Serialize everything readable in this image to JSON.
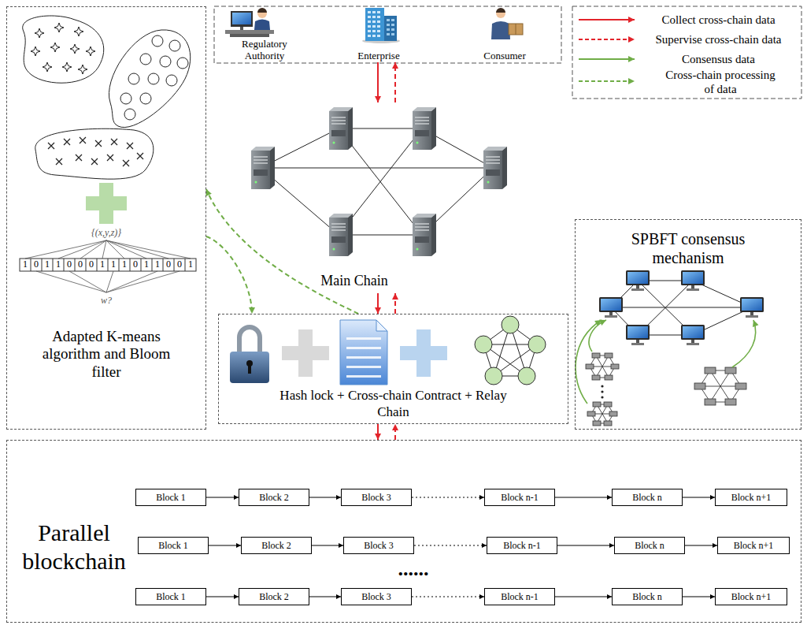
{
  "diagram": {
    "nodes": [
      {
        "text": [
          "Regulatory Authority"
        ]
      },
      {
        "text": [
          "Enterprise"
        ]
      },
      {
        "text": [
          "Consumer"
        ]
      },
      {
        "text": [
          "Main Chain"
        ]
      },
      {
        "text": [
          "Adapted K-means algorithm and Bloom filter"
        ]
      },
      {
        "text": [
          "Hash lock + Cross-chain Contract + Relay Chain"
        ]
      },
      {
        "text": [
          "SPBFT consensus mechanism"
        ]
      },
      {
        "text": [
          "Parallel blockchain"
        ]
      },
      {
        "text": [
          "Block 1"
        ],
        "in": 7
      },
      {
        "text": [
          "Block 2"
        ],
        "in": 7
      },
      {
        "text": [
          "Block 3"
        ],
        "in": 7
      },
      {
        "text": [
          "Block n-1"
        ],
        "in": 7
      },
      {
        "text": [
          "Block n"
        ],
        "in": 7
      },
      {
        "text": [
          "Block n+1"
        ],
        "in": 7
      },
      {
        "text": [
          "Block 1"
        ],
        "in": 7
      },
      {
        "text": [
          "Block 2"
        ],
        "in": 7
      },
      {
        "text": [
          "Block 3"
        ],
        "in": 7
      },
      {
        "text": [
          "Block n-1"
        ],
        "in": 7
      },
      {
        "text": [
          "Block n"
        ],
        "in": 7
      },
      {
        "text": [
          "Block n+1"
        ],
        "in": 7
      },
      {
        "text": [
          "Block 1"
        ],
        "in": 7
      },
      {
        "text": [
          "Block 2"
        ],
        "in": 7
      },
      {
        "text": [
          "Block 3"
        ],
        "in": 7
      },
      {
        "text": [
          "Block n-1"
        ],
        "in": 7
      },
      {
        "text": [
          "Block n"
        ],
        "in": 7
      },
      {
        "text": [
          "Block n+1"
        ],
        "in": 7
      }
    ],
    "edges": [
      {
        "from": 1,
        "to": 3,
        "arrow": "to"
      },
      {
        "from": 3,
        "to": 1,
        "arrow": "to"
      },
      {
        "from": 3,
        "to": 5,
        "arrow": "to"
      },
      {
        "from": 5,
        "to": 3,
        "arrow": "to"
      },
      {
        "from": 5,
        "to": 7,
        "arrow": "to"
      },
      {
        "from": 7,
        "to": 5,
        "arrow": "to"
      },
      {
        "from": 5,
        "to": 4,
        "arrow": "to"
      },
      {
        "from": 4,
        "to": 5,
        "arrow": "to"
      },
      {
        "from": 8,
        "to": 9,
        "arrow": "to"
      },
      {
        "from": 9,
        "to": 10,
        "arrow": "to"
      },
      {
        "from": 10,
        "to": 11,
        "arrow": "to"
      },
      {
        "from": 11,
        "to": 12,
        "arrow": "to"
      },
      {
        "from": 12,
        "to": 13,
        "arrow": "to"
      },
      {
        "from": 14,
        "to": 15,
        "arrow": "to"
      },
      {
        "from": 15,
        "to": 16,
        "arrow": "to"
      },
      {
        "from": 16,
        "to": 17,
        "arrow": "to"
      },
      {
        "from": 17,
        "to": 18,
        "arrow": "to"
      },
      {
        "from": 18,
        "to": 19,
        "arrow": "to"
      },
      {
        "from": 20,
        "to": 21,
        "arrow": "to"
      },
      {
        "from": 21,
        "to": 22,
        "arrow": "to"
      },
      {
        "from": 22,
        "to": 23,
        "arrow": "to"
      },
      {
        "from": 23,
        "to": 24,
        "arrow": "to"
      },
      {
        "from": 24,
        "to": 25,
        "arrow": "to"
      }
    ],
    "labels": [
      "{(x,y,z)}",
      "1",
      "0",
      "1",
      "1",
      "0",
      "0",
      "0",
      "1",
      "1",
      "1",
      "0",
      "1",
      "1",
      "0",
      "0",
      "1",
      "w?",
      "......"
    ],
    "legend": [
      {
        "text": "Collect cross-chain data"
      },
      {
        "text": "Supervise cross-chain data"
      },
      {
        "text": "Consensus data"
      },
      {
        "text": "Cross-chain processing of data"
      }
    ]
  }
}
